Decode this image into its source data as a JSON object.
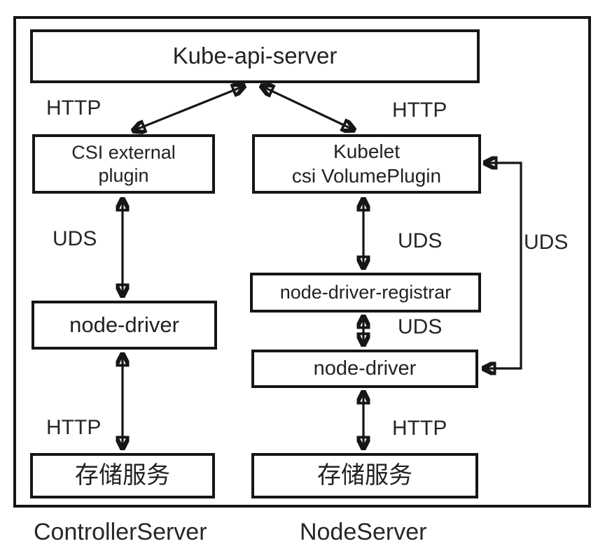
{
  "diagram": {
    "nodes": {
      "kube_api_server": {
        "label": "Kube-api-server"
      },
      "csi_external_plugin": {
        "line1": "CSI external",
        "line2": "plugin"
      },
      "kubelet": {
        "line1": "Kubelet",
        "line2": "csi VolumePlugin"
      },
      "node_driver_left": {
        "label": "node-driver"
      },
      "node_driver_registrar": {
        "label": "node-driver-registrar"
      },
      "node_driver_right": {
        "label": "node-driver"
      },
      "storage_service_left": {
        "label": "存储服务"
      },
      "storage_service_right": {
        "label": "存储服务"
      }
    },
    "edge_labels": {
      "http_left_top": "HTTP",
      "http_right_top": "HTTP",
      "uds_left": "UDS",
      "uds_kubelet_registrar": "UDS",
      "uds_right_bypass": "UDS",
      "uds_registrar_driver": "UDS",
      "http_left_bottom": "HTTP",
      "http_right_bottom": "HTTP"
    },
    "captions": {
      "controller_server": "ControllerServer",
      "node_server": "NodeServer"
    },
    "colors": {
      "line": "#161616",
      "text": "#262626",
      "background": "#ffffff"
    }
  }
}
